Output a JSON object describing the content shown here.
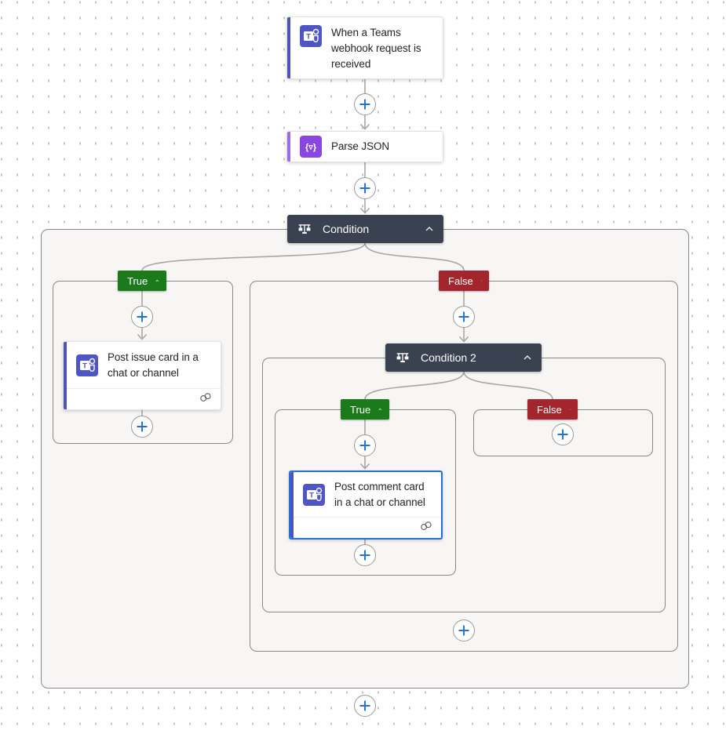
{
  "workflow": {
    "trigger": {
      "title": "When a Teams webhook request is received",
      "icon": "teams-icon"
    },
    "parse_json": {
      "title": "Parse JSON",
      "icon": "parse-json-icon"
    },
    "condition": {
      "title": "Condition",
      "icon": "condition-icon"
    },
    "condition2": {
      "title": "Condition 2",
      "icon": "condition-icon"
    },
    "branches": {
      "true_label": "True",
      "false_label": "False"
    },
    "post_issue": {
      "title": "Post issue card in a chat or channel",
      "icon": "teams-icon"
    },
    "post_comment": {
      "title": "Post comment card in a chat or channel",
      "icon": "teams-icon",
      "selected": true
    }
  },
  "colors": {
    "teams-purple": "#4E55C5",
    "teams-accent": "#4B53BC",
    "parse-purple": "#8A46E0",
    "parse-accent": "#9C6CE8",
    "condition-header": "#3A4150",
    "true-green": "#1B7A1B",
    "false-red": "#A4262C",
    "selection-blue": "#2170D8",
    "plus-blue": "#2170D8",
    "connector-gray": "#A9A7A4",
    "container-border": "#8A8886",
    "container-fill": "#F7F6F4",
    "canvas-dot": "#C6C4C2"
  }
}
